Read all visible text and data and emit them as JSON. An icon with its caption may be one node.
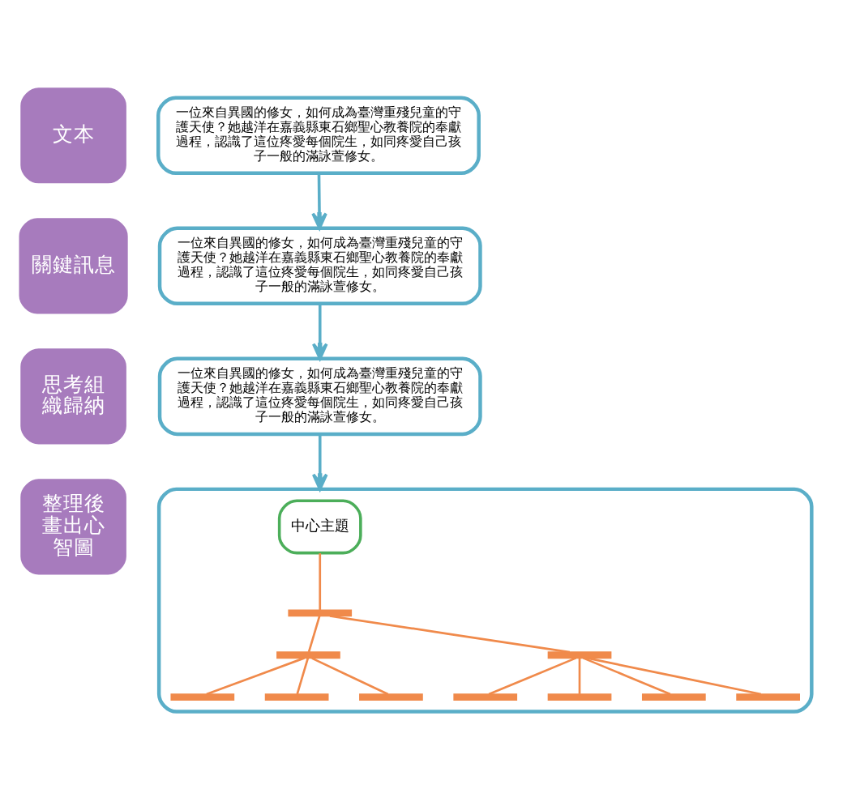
{
  "diagram": {
    "nodes": [
      {
        "text": [
          "文本"
        ]
      },
      {
        "text": [
          "一位來自異國的修女，如何成為臺灣重殘兒童的守護天使？她越洋在嘉義縣東石鄉聖心教養院的奉獻過程，認識了這位疼愛每個院生，如同疼愛自己孩子一般的滿詠萱修女。"
        ]
      },
      {
        "text": [
          "關鍵訊息"
        ]
      },
      {
        "text": [
          "一位來自異國的修女，如何成為臺灣重殘兒童的守護天使？她越洋在嘉義縣東石鄉聖心教養院的奉獻過程，認識了這位疼愛每個院生，如同疼愛自己孩子一般的滿詠萱修女。"
        ]
      },
      {
        "text": [
          "思考組織歸納"
        ]
      },
      {
        "text": [
          "一位來自異國的修女，如何成為臺灣重殘兒童的守護天使？她越洋在嘉義縣東石鄉聖心教養院的奉獻過程，認識了這位疼愛每個院生，如同疼愛自己孩子一般的滿詠萱修女。"
        ]
      },
      {
        "text": [
          "整理後畫出心智圖"
        ]
      },
      {
        "text": [],
        "shape": "box"
      },
      {
        "text": [
          "中心主題"
        ],
        "in": 7
      },
      {
        "text": [],
        "shape": "bar",
        "in": 7
      },
      {
        "text": [],
        "shape": "bar",
        "in": 7
      },
      {
        "text": [],
        "shape": "bar",
        "in": 7
      },
      {
        "text": [],
        "shape": "bar",
        "in": 7
      },
      {
        "text": [],
        "shape": "bar",
        "in": 7
      },
      {
        "text": [],
        "shape": "bar",
        "in": 7
      },
      {
        "text": [],
        "shape": "bar",
        "in": 7
      },
      {
        "text": [],
        "shape": "bar",
        "in": 7
      },
      {
        "text": [],
        "shape": "bar",
        "in": 7
      },
      {
        "text": [],
        "shape": "bar",
        "in": 7
      }
    ],
    "edges": [
      {
        "from": 1,
        "to": 3,
        "arrow": "to",
        "color": "#5aaec8"
      },
      {
        "from": 3,
        "to": 5,
        "arrow": "to",
        "color": "#5aaec8"
      },
      {
        "from": 5,
        "to": 7,
        "arrow": "to",
        "color": "#5aaec8"
      },
      {
        "from": 8,
        "to": 9,
        "arrow": "none"
      },
      {
        "from": 9,
        "to": 10,
        "arrow": "none"
      },
      {
        "from": 9,
        "to": 11,
        "arrow": "none"
      },
      {
        "from": 10,
        "to": 12,
        "arrow": "none"
      },
      {
        "from": 10,
        "to": 13,
        "arrow": "none"
      },
      {
        "from": 10,
        "to": 14,
        "arrow": "none"
      },
      {
        "from": 11,
        "to": 15,
        "arrow": "none"
      },
      {
        "from": 11,
        "to": 16,
        "arrow": "none"
      },
      {
        "from": 11,
        "to": 17,
        "arrow": "none"
      },
      {
        "from": 11,
        "to": 18,
        "arrow": "none"
      }
    ]
  }
}
